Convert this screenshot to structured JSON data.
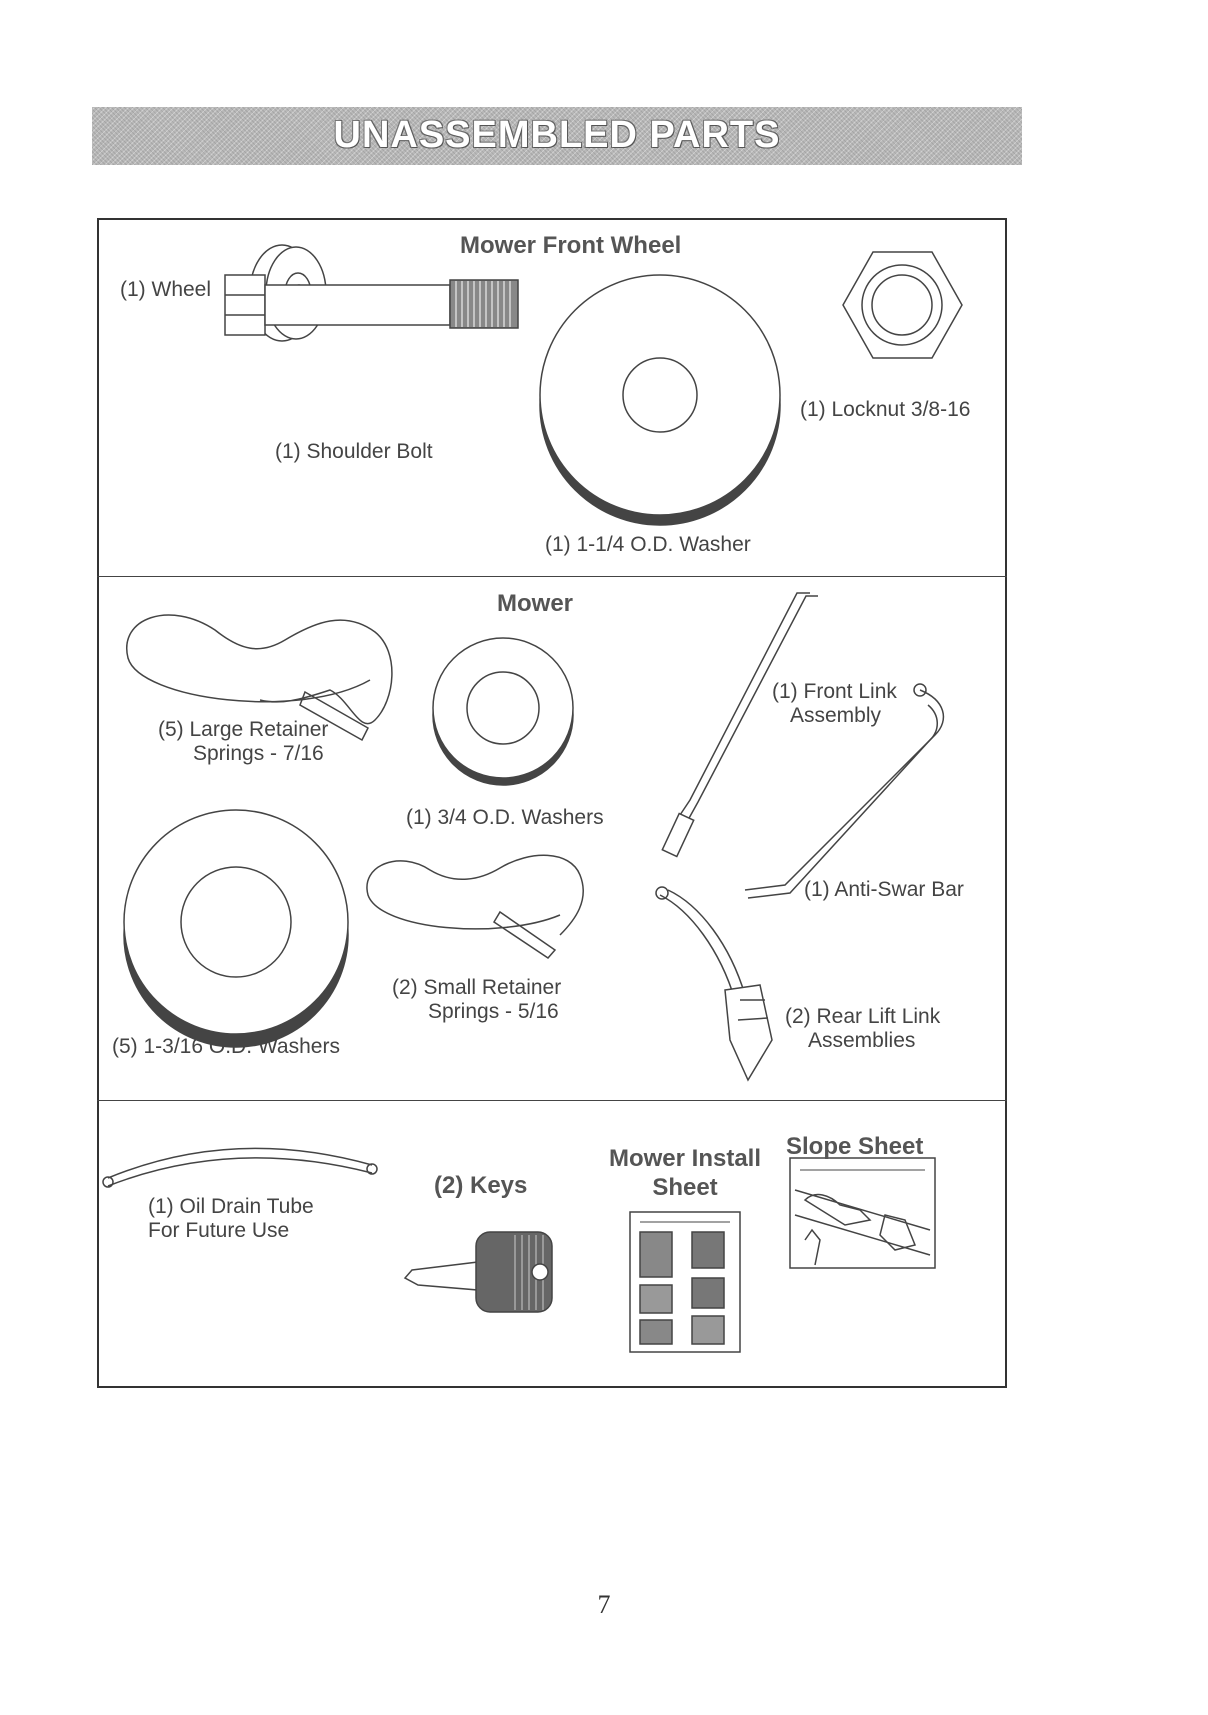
{
  "header": {
    "title": "UNASSEMBLED PARTS"
  },
  "sections": {
    "front_wheel": {
      "heading": "Mower Front Wheel",
      "items": {
        "wheel": "(1) Wheel",
        "shoulder_bolt": "(1) Shoulder Bolt",
        "locknut": "(1) Locknut  3/8-16",
        "washer": "(1) 1-1/4 O.D. Washer"
      }
    },
    "mower": {
      "heading": "Mower",
      "items": {
        "large_springs_line1": "(5)  Large Retainer",
        "large_springs_line2": "Springs - 7/16",
        "washer_34": "(1) 3/4 O.D. Washers",
        "front_link_line1": "(1) Front Link",
        "front_link_line2": "Assembly",
        "anti_sway": "(1) Anti-Swar Bar",
        "washer_1316": "(5) 1-3/16 O.D. Washers",
        "small_springs_line1": "(2)  Small Retainer",
        "small_springs_line2": "Springs - 5/16",
        "rear_lift_line1": "(2) Rear Lift Link",
        "rear_lift_line2": "Assemblies"
      }
    },
    "misc": {
      "oil_tube_line1": "(1) Oil Drain Tube",
      "oil_tube_line2": "For Future Use",
      "keys": "(2) Keys",
      "install_sheet_line1": "Mower Install",
      "install_sheet_line2": "Sheet",
      "slope_sheet": "Slope Sheet"
    }
  },
  "footer": {
    "page_number": "7"
  }
}
